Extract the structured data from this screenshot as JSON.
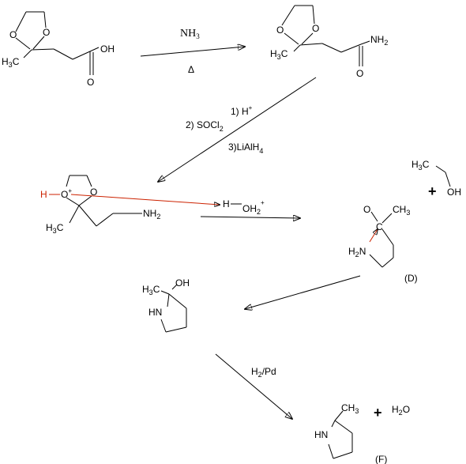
{
  "labels": {
    "o": "O",
    "h": "H",
    "c": "C",
    "h3": "H",
    "three": "3",
    "ch3": "CH",
    "oh": "OH",
    "nh2": "NH",
    "two": "2",
    "hn": "HN",
    "h2n": "H",
    "n": "N",
    "nh3": "NH",
    "delta": "Δ",
    "plus_sign": "+",
    "plus_charge": "+",
    "h_minus": "H",
    "oh2": "OH"
  },
  "reagents": {
    "step2_line1": "1) H",
    "step2_line2": "2) SOCl",
    "step2_line3": "3)LiAlH",
    "sub_2": "2",
    "sub_4": "4",
    "h2pd_h": "H",
    "h2pd_rest": "/Pd"
  },
  "products": {
    "label_d": "(D)",
    "label_f": "(F)",
    "ethanol_h3c": "H",
    "water_h": "H",
    "water_o": "O"
  }
}
